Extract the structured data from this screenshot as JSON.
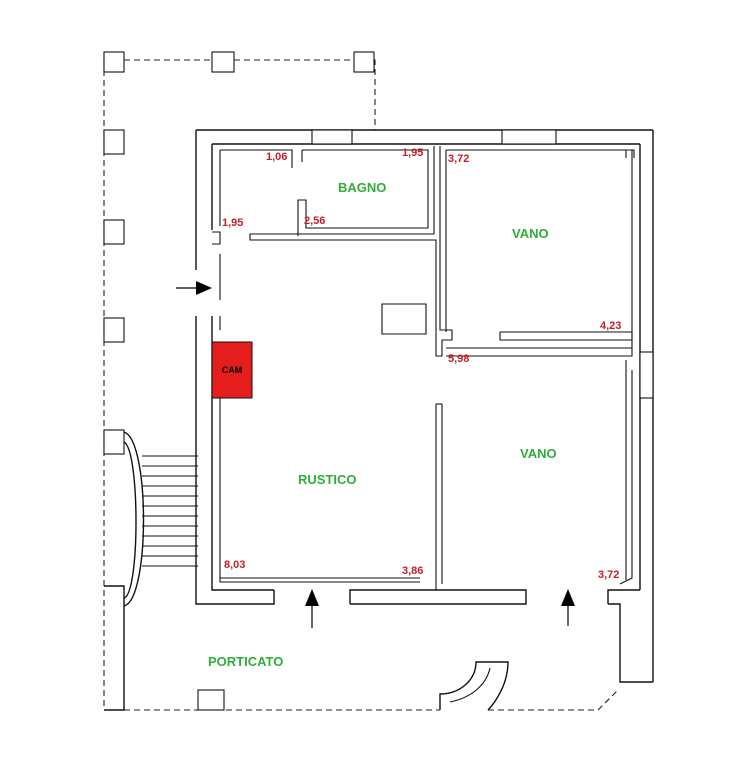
{
  "colors": {
    "room_label": "#2eae3a",
    "dimension": "#c4202a",
    "window": "#7fe6ee",
    "fireplace": "#e51d1d",
    "wall": "#111111"
  },
  "rooms": {
    "bagno": "BAGNO",
    "vano_top": "VANO",
    "vano_bottom": "VANO",
    "rustico": "RUSTICO",
    "porticato": "PORTICATO"
  },
  "fireplace": {
    "label": "CAM"
  },
  "dimensions": {
    "bagno_left_top": "1,06",
    "bagno_right_top": "1,95",
    "bagno_left_bottom": "1,95",
    "bagno_bottom": "2,56",
    "vano_top_width": "3,72",
    "vano_top_depth": "4,23",
    "vano_bottom_depth": "5,98",
    "rustico_left": "8,03",
    "rustico_bottom": "3,86",
    "vano_bottom_width": "3,72"
  },
  "icons": [
    "entry-arrow-icon",
    "window-icon",
    "fireplace-icon",
    "stairs-icon"
  ]
}
